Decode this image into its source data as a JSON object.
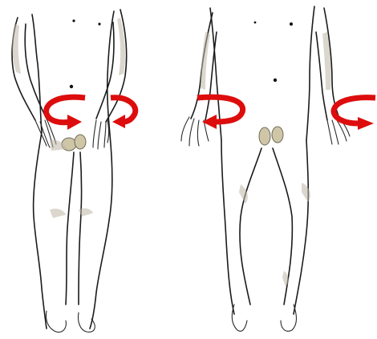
{
  "colors": {
    "arrow": "#dd0d0d",
    "ink": "#1b1b1b",
    "shading": "#bdb6a6",
    "background": "#ffffff"
  },
  "figures": [
    {
      "name": "figure-inward-rotation",
      "arrows": [
        "clockwise-arrow",
        "counterclockwise-arrow"
      ]
    },
    {
      "name": "figure-outward-rotation",
      "arrows": [
        "counterclockwise-arrow",
        "clockwise-arrow"
      ]
    }
  ]
}
